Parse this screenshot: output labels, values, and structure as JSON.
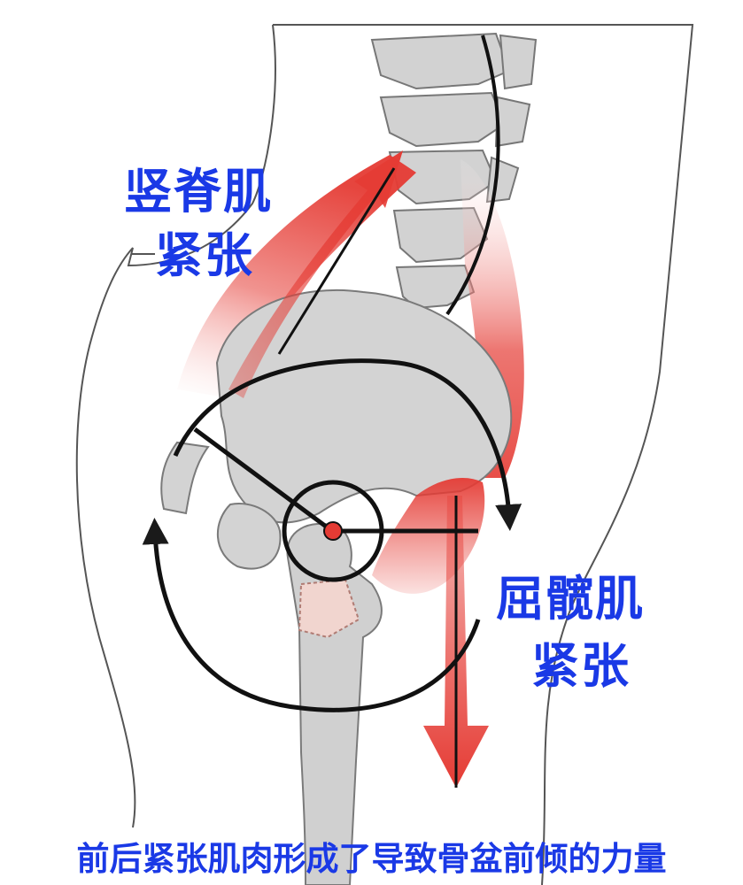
{
  "labels": {
    "erector_line1": "竖脊肌",
    "erector_line2": "紧张",
    "flexor_line1": "屈髋肌",
    "flexor_line2": "紧张"
  },
  "caption": "前后紧张肌肉形成了导致骨盆前倾的力量",
  "colors": {
    "label_blue": "#1a39e6",
    "muscle_red": "#e53b34",
    "bone_gray": "#cfcfcf",
    "outline": "#1a1a1a"
  }
}
